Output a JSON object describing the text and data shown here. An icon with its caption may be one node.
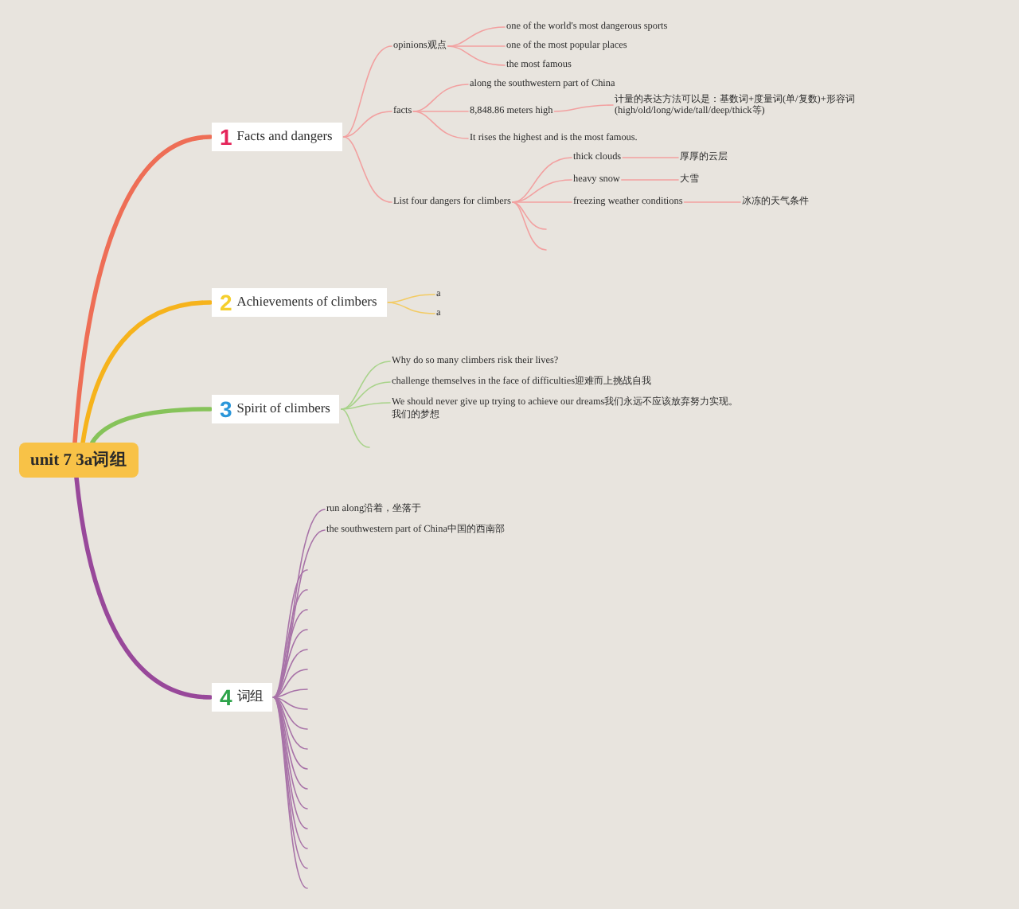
{
  "diagram": {
    "nodes": [
      {
        "text": [
          "unit 7 3a词组"
        ]
      },
      {
        "text": [
          "1",
          "Facts and dangers"
        ]
      },
      {
        "text": [
          "opinions观点"
        ]
      },
      {
        "text": [
          "one of the world's most dangerous sports"
        ]
      },
      {
        "text": [
          "one of the most popular places"
        ]
      },
      {
        "text": [
          "the most famous"
        ]
      },
      {
        "text": [
          "facts"
        ]
      },
      {
        "text": [
          "along the southwestern part of China"
        ]
      },
      {
        "text": [
          "8,848.86 meters high"
        ]
      },
      {
        "text": [
          "计量的表达方法可以是：基数词+度量词(单/复数)+形容词(high/old/long/wide/tall/deep/thick等)"
        ]
      },
      {
        "text": [
          "It rises the highest and is the most famous."
        ]
      },
      {
        "text": [
          "List four dangers for climbers"
        ]
      },
      {
        "text": [
          "thick clouds"
        ]
      },
      {
        "text": [
          "厚厚的云层"
        ]
      },
      {
        "text": [
          "heavy snow"
        ]
      },
      {
        "text": [
          "大雪"
        ]
      },
      {
        "text": [
          "freezing weather conditions"
        ]
      },
      {
        "text": [
          "冰冻的天气条件"
        ]
      },
      {
        "text": [
          "2",
          "Achievements of climbers"
        ]
      },
      {
        "text": [
          "a"
        ]
      },
      {
        "text": [
          "a"
        ]
      },
      {
        "text": [
          "3",
          "Spirit of climbers"
        ]
      },
      {
        "text": [
          "Why do so many climbers risk their lives?"
        ]
      },
      {
        "text": [
          "challenge themselves in the face of difficulties迎难而上挑战自我"
        ]
      },
      {
        "text": [
          "We should never give up trying to achieve our dreams我们永远不应该放弃努力实现。我们的梦想"
        ]
      },
      {
        "text": [
          "4",
          "词组"
        ]
      },
      {
        "text": [
          "run along沿着，坐落于"
        ]
      },
      {
        "text": [
          "the southwestern part of China中国的西南部"
        ]
      }
    ],
    "edges": [
      {
        "from": 0,
        "to": 1,
        "arrow": "none",
        "style": "thick",
        "color": "#ee6e56"
      },
      {
        "from": 0,
        "to": 18,
        "arrow": "none",
        "style": "thick",
        "color": "#f6b31c"
      },
      {
        "from": 0,
        "to": 21,
        "arrow": "none",
        "style": "thick",
        "color": "#86c35a"
      },
      {
        "from": 0,
        "to": 25,
        "arrow": "none",
        "style": "thick",
        "color": "#98489a"
      },
      {
        "from": 1,
        "to": 2,
        "arrow": "none",
        "color": "#f2a0a0"
      },
      {
        "from": 2,
        "to": 3,
        "arrow": "none",
        "color": "#f2a0a0"
      },
      {
        "from": 2,
        "to": 4,
        "arrow": "none",
        "color": "#f2a0a0"
      },
      {
        "from": 2,
        "to": 5,
        "arrow": "none",
        "color": "#f2a0a0"
      },
      {
        "from": 1,
        "to": 6,
        "arrow": "none",
        "color": "#f2a0a0"
      },
      {
        "from": 6,
        "to": 7,
        "arrow": "none",
        "color": "#f2a0a0"
      },
      {
        "from": 6,
        "to": 8,
        "arrow": "none",
        "color": "#f2a0a0"
      },
      {
        "from": 8,
        "to": 9,
        "arrow": "none",
        "color": "#f2a0a0"
      },
      {
        "from": 6,
        "to": 10,
        "arrow": "none",
        "color": "#f2a0a0"
      },
      {
        "from": 1,
        "to": 11,
        "arrow": "none",
        "color": "#f2a0a0"
      },
      {
        "from": 11,
        "to": 12,
        "arrow": "none",
        "color": "#f2a0a0"
      },
      {
        "from": 12,
        "to": 13,
        "arrow": "none",
        "color": "#f2a0a0"
      },
      {
        "from": 11,
        "to": 14,
        "arrow": "none",
        "color": "#f2a0a0"
      },
      {
        "from": 14,
        "to": 15,
        "arrow": "none",
        "color": "#f2a0a0"
      },
      {
        "from": 11,
        "to": 16,
        "arrow": "none",
        "color": "#f2a0a0"
      },
      {
        "from": 16,
        "to": 17,
        "arrow": "none",
        "color": "#f2a0a0"
      },
      {
        "from": 11,
        "to": null,
        "arrow": "none",
        "color": "#f2a0a0"
      },
      {
        "from": 11,
        "to": null,
        "arrow": "none",
        "color": "#f2a0a0"
      },
      {
        "from": 18,
        "to": 19,
        "arrow": "none",
        "color": "#f3cb63"
      },
      {
        "from": 18,
        "to": 20,
        "arrow": "none",
        "color": "#f3cb63"
      },
      {
        "from": 21,
        "to": 22,
        "arrow": "none",
        "color": "#a8d38a"
      },
      {
        "from": 21,
        "to": 23,
        "arrow": "none",
        "color": "#a8d38a"
      },
      {
        "from": 21,
        "to": 24,
        "arrow": "none",
        "color": "#a8d38a"
      },
      {
        "from": 21,
        "to": null,
        "arrow": "none",
        "color": "#a8d38a"
      },
      {
        "from": 25,
        "to": 26,
        "arrow": "none"
      },
      {
        "from": 25,
        "to": 27,
        "arrow": "none"
      },
      {
        "from": 25,
        "to": null,
        "arrow": "none"
      },
      {
        "from": 25,
        "to": null,
        "arrow": "none"
      },
      {
        "from": 25,
        "to": null,
        "arrow": "none"
      },
      {
        "from": 25,
        "to": null,
        "arrow": "none"
      },
      {
        "from": 25,
        "to": null,
        "arrow": "none"
      },
      {
        "from": 25,
        "to": null,
        "arrow": "none"
      },
      {
        "from": 25,
        "to": null,
        "arrow": "none"
      },
      {
        "from": 25,
        "to": null,
        "arrow": "none"
      },
      {
        "from": 25,
        "to": null,
        "arrow": "none"
      },
      {
        "from": 25,
        "to": null,
        "arrow": "none"
      },
      {
        "from": 25,
        "to": null,
        "arrow": "none"
      },
      {
        "from": 25,
        "to": null,
        "arrow": "none"
      },
      {
        "from": 25,
        "to": null,
        "arrow": "none"
      },
      {
        "from": 25,
        "to": null,
        "arrow": "none"
      },
      {
        "from": 25,
        "to": null,
        "arrow": "none"
      },
      {
        "from": 25,
        "to": null,
        "arrow": "none"
      },
      {
        "from": 25,
        "to": null,
        "arrow": "none"
      }
    ]
  }
}
